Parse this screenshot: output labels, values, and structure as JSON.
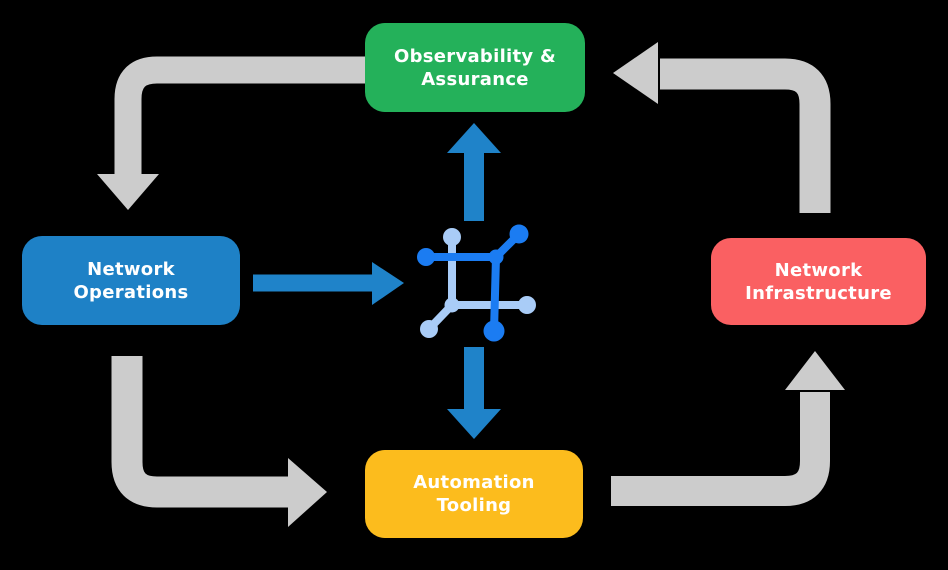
{
  "background": "#000000",
  "nodes": {
    "observability": {
      "label": "Observability &\nAssurance",
      "color": "#24B15A"
    },
    "operations": {
      "label": "Network\nOperations",
      "color": "#1E81C6"
    },
    "infrastructure": {
      "label": "Network\nInfrastructure",
      "color": "#FA6062"
    },
    "automation": {
      "label": "Automation\nTooling",
      "color": "#FCBC1D"
    }
  },
  "center_icon": {
    "name": "network-mesh-icon",
    "primary_color": "#1B7CF2",
    "secondary_color": "#A9CCF7"
  },
  "arrows": {
    "cycle_color": "#CCCCCC",
    "link_color": "#1F83C9",
    "cycle": [
      {
        "from": "observability",
        "to": "operations"
      },
      {
        "from": "operations",
        "to": "automation"
      },
      {
        "from": "automation",
        "to": "infrastructure"
      },
      {
        "from": "infrastructure",
        "to": "observability"
      }
    ],
    "center_links": [
      {
        "from": "operations",
        "to": "center-icon"
      },
      {
        "from": "center-icon",
        "to": "observability"
      },
      {
        "from": "center-icon",
        "to": "automation"
      }
    ]
  }
}
